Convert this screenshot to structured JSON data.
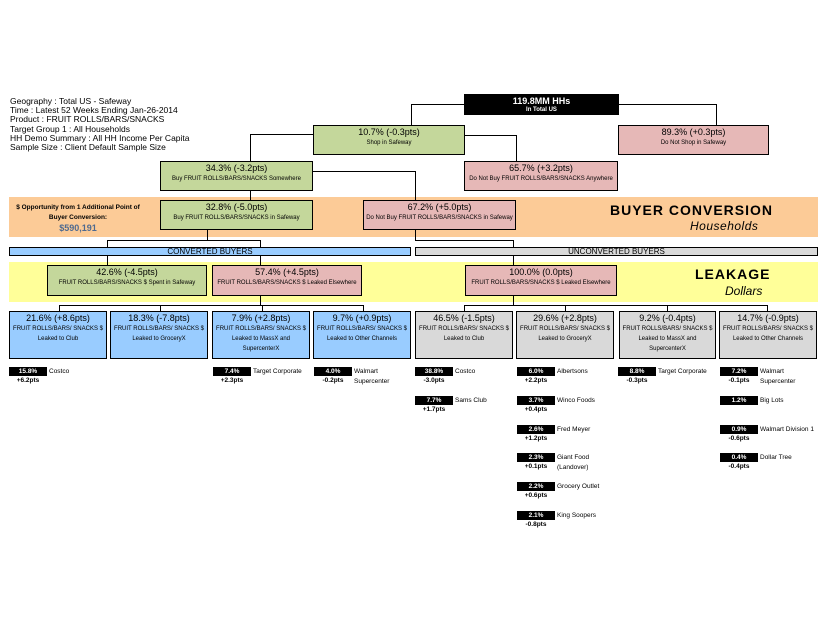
{
  "header": {
    "geography": "Geography : Total US - Safeway",
    "time": "Time : Latest 52 Weeks Ending Jan-26-2014",
    "product": "Product : FRUIT ROLLS/BARS/SNACKS",
    "target_group": "Target Group 1 : All Households",
    "hh_demo": "HH Demo Summary : All HH Income Per Capita",
    "sample_size": "Sample Size : Client Default Sample Size"
  },
  "tree": {
    "total": {
      "value": "119.8MM HHs",
      "label": "In Total US"
    },
    "shop": {
      "value": "10.7% (-0.3pts)",
      "label": "Shop in Safeway"
    },
    "not_shop": {
      "value": "89.3% (+0.3pts)",
      "label": "Do Not Shop in Safeway"
    },
    "buy_somewhere": {
      "value": "34.3% (-3.2pts)",
      "label": "Buy FRUIT ROLLS/BARS/SNACKS Somewhere"
    },
    "not_buy_anywhere": {
      "value": "65.7% (+3.2pts)",
      "label": "Do Not Buy FRUIT ROLLS/BARS/SNACKS Anywhere"
    },
    "buy_safeway": {
      "value": "32.8% (-5.0pts)",
      "label": "Buy FRUIT ROLLS/BARS/SNACKS in Safeway"
    },
    "not_buy_safeway": {
      "value": "67.2% (+5.0pts)",
      "label": "Do Not Buy FRUIT ROLLS/BARS/SNACKS in Safeway"
    }
  },
  "buyer_conversion": {
    "title": "BUYER CONVERSION",
    "subtitle": "Households",
    "opportunity_label": "$ Opportunity from 1 Additional Point of Buyer Conversion:",
    "opportunity_value": "$590,191"
  },
  "segments": {
    "converted": "CONVERTED BUYERS",
    "unconverted": "UNCONVERTED BUYERS"
  },
  "leakage": {
    "title": "LEAKAGE",
    "subtitle": "Dollars",
    "conv_spent": {
      "value": "42.6% (-4.5pts)",
      "label": "FRUIT ROLLS/BARS/SNACKS $ Spent in Safeway"
    },
    "conv_leaked": {
      "value": "57.4% (+4.5pts)",
      "label": "FRUIT ROLLS/BARS/SNACKS $ Leaked Elsewhere"
    },
    "unconv_leaked": {
      "value": "100.0% (0.0pts)",
      "label": "FRUIT ROLLS/BARS/SNACKS $ Leaked Elsewhere"
    }
  },
  "channels": {
    "converted": [
      {
        "value": "21.6% (+8.6pts)",
        "label": "FRUIT ROLLS/BARS/ SNACKS $ Leaked to Club"
      },
      {
        "value": "18.3% (-7.8pts)",
        "label": "FRUIT ROLLS/BARS/ SNACKS $ Leaked to GroceryX"
      },
      {
        "value": "7.9% (+2.8pts)",
        "label": "FRUIT ROLLS/BARS/ SNACKS $ Leaked to MassX and SupercenterX"
      },
      {
        "value": "9.7% (+0.9pts)",
        "label": "FRUIT ROLLS/BARS/ SNACKS $ Leaked to Other Channels"
      }
    ],
    "unconverted": [
      {
        "value": "46.5% (-1.5pts)",
        "label": "FRUIT ROLLS/BARS/ SNACKS $ Leaked to Club"
      },
      {
        "value": "29.6% (+2.8pts)",
        "label": "FRUIT ROLLS/BARS/ SNACKS $ Leaked to GroceryX"
      },
      {
        "value": "9.2% (-0.4pts)",
        "label": "FRUIT ROLLS/BARS/ SNACKS $ Leaked to MassX and SupercenterX"
      },
      {
        "value": "14.7% (-0.9pts)",
        "label": "FRUIT ROLLS/BARS/ SNACKS $ Leaked to Other Channels"
      }
    ]
  },
  "retailers": {
    "converted": [
      [
        {
          "pct": "15.8%",
          "chg": "+6.2pts",
          "name": "Costco"
        }
      ],
      [],
      [
        {
          "pct": "7.4%",
          "chg": "+2.3pts",
          "name": "Target Corporate"
        }
      ],
      [
        {
          "pct": "4.0%",
          "chg": "-0.2pts",
          "name": "Walmart Supercenter"
        }
      ]
    ],
    "unconverted": [
      [
        {
          "pct": "38.8%",
          "chg": "-3.0pts",
          "name": "Costco"
        },
        {
          "pct": "7.7%",
          "chg": "+1.7pts",
          "name": "Sams Club"
        }
      ],
      [
        {
          "pct": "6.0%",
          "chg": "+2.2pts",
          "name": "Albertsons"
        },
        {
          "pct": "3.7%",
          "chg": "+0.4pts",
          "name": "Winco Foods"
        },
        {
          "pct": "2.6%",
          "chg": "+1.2pts",
          "name": "Fred Meyer"
        },
        {
          "pct": "2.3%",
          "chg": "+0.1pts",
          "name": "Giant Food (Landover)"
        },
        {
          "pct": "2.2%",
          "chg": "+0.6pts",
          "name": "Grocery Outlet"
        },
        {
          "pct": "2.1%",
          "chg": "-0.8pts",
          "name": "King Soopers"
        }
      ],
      [
        {
          "pct": "8.8%",
          "chg": "-0.3pts",
          "name": "Target Corporate"
        }
      ],
      [
        {
          "pct": "7.2%",
          "chg": "-0.1pts",
          "name": "Walmart Supercenter"
        },
        {
          "pct": "1.2%",
          "chg": "",
          "name": "Big Lots"
        },
        {
          "pct": "0.9%",
          "chg": "-0.6pts",
          "name": "Walmart Division 1"
        },
        {
          "pct": "0.4%",
          "chg": "-0.4pts",
          "name": "Dollar Tree"
        }
      ]
    ]
  }
}
